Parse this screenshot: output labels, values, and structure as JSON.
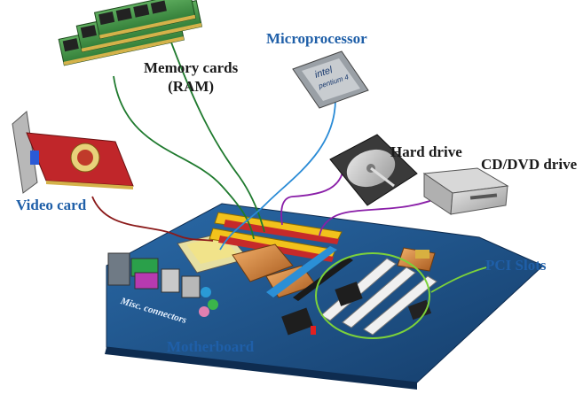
{
  "labels": {
    "memory_line1": "Memory cards",
    "memory_line2": "(RAM)",
    "microprocessor": "Microprocessor",
    "hard_drive": "Hard drive",
    "cd_dvd": "CD/DVD drive",
    "video_card": "Video card",
    "pci_slots": "PCI Slots",
    "misc_connectors": "Misc. connectors",
    "motherboard": "Motherboard"
  },
  "cpu_brand": "intel",
  "cpu_model": "pentium 4",
  "colors": {
    "label_blue": "#1f5fa8",
    "label_dark": "#1a1a1a",
    "line_ram": "#1f7a2e",
    "line_cpu": "#2a8bd6",
    "line_drives": "#8a1fa8",
    "line_video": "#8b1a1a",
    "line_pci": "#7cd23a",
    "board": "#1d4f86"
  }
}
